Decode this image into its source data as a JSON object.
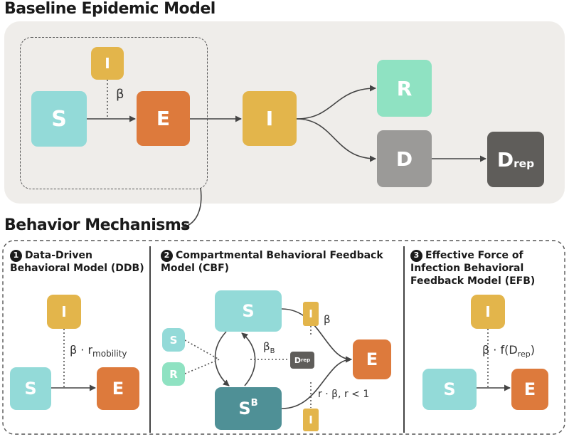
{
  "baseline": {
    "title": "Baseline Epidemic Model",
    "nodes": {
      "s": "S",
      "i_small": "I",
      "e": "E",
      "i": "I",
      "r": "R",
      "d": "D",
      "drep_main": "D",
      "drep_sub": "rep"
    },
    "beta_label": "β"
  },
  "behavior": {
    "title": "Behavior Mechanisms",
    "ddb": {
      "number": "1",
      "title": "Data-Driven Behavioral Model (DDB)",
      "nodes": {
        "i": "I",
        "s": "S",
        "e": "E"
      },
      "rate_main": "β · r",
      "rate_sub": "mobility"
    },
    "cbf": {
      "number": "2",
      "title": "Compartmental Behavioral Feedback Model (CBF)",
      "nodes": {
        "s": "S",
        "sb_main": "S",
        "sb_sup": "B",
        "s_small": "S",
        "r_small": "R",
        "drep_main": "D",
        "drep_sub": "rep",
        "e": "E",
        "i_top": "I",
        "i_bottom": "I"
      },
      "beta_b_main": "β",
      "beta_b_sub": "B",
      "beta_label": "β",
      "r_beta_label": "r · β, r < 1"
    },
    "efb": {
      "number": "3",
      "title": "Effective Force of Infection Behavioral Feedback Model (EFB)",
      "nodes": {
        "i": "I",
        "s": "S",
        "e": "E"
      },
      "rate_prefix": "β · f(D",
      "rate_sub": "rep",
      "rate_suffix": ")"
    }
  }
}
